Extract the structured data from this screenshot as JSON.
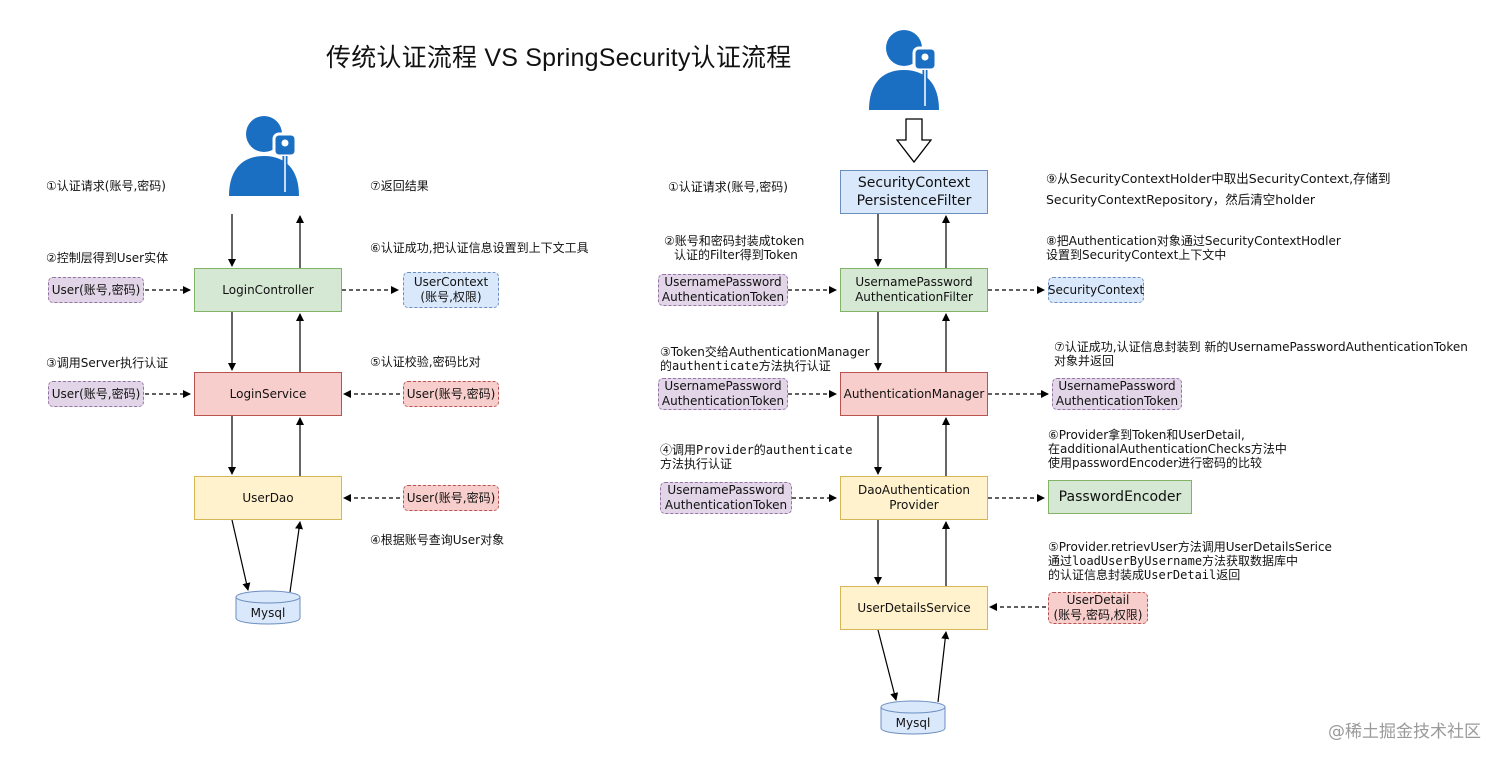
{
  "title": "传统认证流程 VS SpringSecurity认证流程",
  "icons": {
    "user_key": "user-with-key-icon",
    "database": "database-cylinder-icon",
    "down_arrow": "hollow-down-arrow-icon"
  },
  "colors": {
    "green": "#d5e8d4",
    "red": "#f8cecc",
    "yellow": "#fff2cc",
    "blue": "#dae8fc",
    "purple": "#e1d5e7",
    "user_icon": "#1b6fc2"
  },
  "left": {
    "steps": {
      "s1": "①认证请求(账号,密码)",
      "s2": "②控制层得到User实体",
      "s3": "③调用Server执行认证",
      "s4": "④根据账号查询User对象",
      "s5": "⑤认证校验,密码比对",
      "s6": "⑥认证成功,把认证信息设置到上下文工具",
      "s7": "⑦返回结果"
    },
    "nodes": {
      "login_controller": "LoginController",
      "login_service": "LoginService",
      "user_dao": "UserDao",
      "mysql": "Mysql"
    },
    "inputs": {
      "controller_user": "User(账号,密码)",
      "service_user": "User(账号,密码)"
    },
    "outputs": {
      "user_context_1": "UserContext",
      "user_context_2": "(账号,权限)",
      "service_user": "User(账号,密码)",
      "dao_user": "User(账号,密码)"
    }
  },
  "right": {
    "steps": {
      "s1": "①认证请求(账号,密码)",
      "s2a": "②账号和密码封装成token",
      "s2b": "认证的Filter得到Token",
      "s3a": "③Token交给AuthenticationManager",
      "s3b": "的authenticate方法执行认证",
      "s4a": "④调用Provider的authenticate",
      "s4b": "方法执行认证",
      "s5a": "⑤Provider.retrievUser方法调用UserDetailsSerice",
      "s5b": "通过loadUserByUsername方法获取数据库中",
      "s5c": "的认证信息封装成UserDetail返回",
      "s6a": "⑥Provider拿到Token和UserDetail,",
      "s6b": "在additionalAuthenticationChecks方法中",
      "s6c": "使用passwordEncoder进行密码的比较",
      "s7a": "⑦认证成功,认证信息封装到 新的UsernamePasswordAuthenticationToken",
      "s7b": "对象并返回",
      "s8a": "⑧把Authentication对象通过SecurityContextHodler",
      "s8b": "设置到SecurityContext上下文中",
      "s9a": "⑨从SecurityContextHolder中取出SecurityContext,存储到",
      "s9b": "SecurityContextRepository，然后清空holder"
    },
    "nodes": {
      "scp_filter_1": "SecurityContext",
      "scp_filter_2": "PersistenceFilter",
      "upa_filter_1": "UsernamePassword",
      "upa_filter_2": "AuthenticationFilter",
      "auth_manager": "AuthenticationManager",
      "dao_provider_1": "DaoAuthentication",
      "dao_provider_2": "Provider",
      "uds": "UserDetailsService",
      "mysql": "Mysql",
      "password_encoder": "PasswordEncoder",
      "security_context": "SecurityContext"
    },
    "tokens": {
      "t1a": "UsernamePassword",
      "t1b": "AuthenticationToken",
      "t2a": "UsernamePassword",
      "t2b": "AuthenticationToken",
      "t3a": "UsernamePassword",
      "t3b": "AuthenticationToken",
      "t4a": "UsernamePassword",
      "t4b": "AuthenticationToken"
    },
    "user_detail": {
      "line1": "UserDetail",
      "line2": "(账号,密码,权限)"
    }
  },
  "watermark": "@稀土掘金技术社区"
}
